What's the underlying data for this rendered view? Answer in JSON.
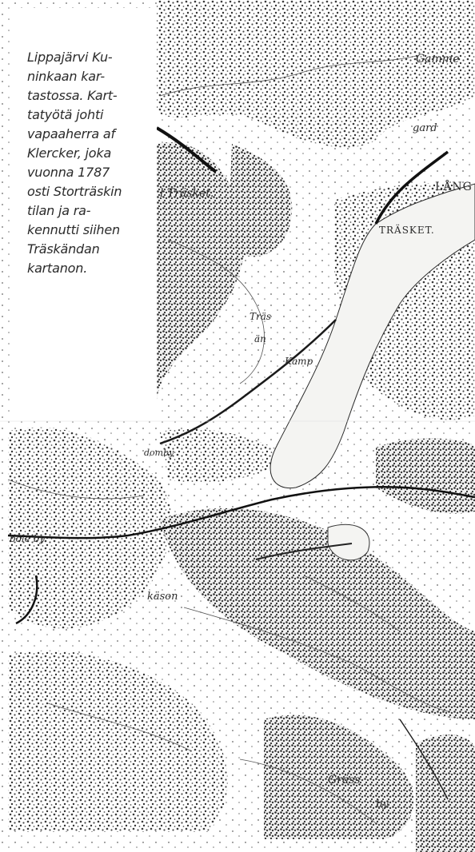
{
  "caption": {
    "lines": [
      "Lippajärvi Ku-",
      "ninkaan kar-",
      "tastossa. Kart-",
      "tatyötä johti",
      "vapaaherra af",
      "Klercker, joka",
      "vuonna 1787",
      "osti Storträskin",
      "tilan ja ra-",
      "kennutti siihen",
      "Träskändan",
      "kartanon."
    ]
  },
  "map_labels": {
    "gammel": "Gamme",
    "gard": "gard",
    "trasket_left": "l Träsket.",
    "lang": "LÅNG",
    "trasket_caps": "TRÄSKET.",
    "tras_an": "Träs",
    "an": "än",
    "kamp": "Kamp",
    "domby": "domby",
    "bole_by": "bole by",
    "kason": "käson",
    "grass": "Gräss",
    "by": "by"
  },
  "style": {
    "ink": "#2a2a2a",
    "paper": "#ffffff",
    "lake": "#f4f4f2"
  }
}
